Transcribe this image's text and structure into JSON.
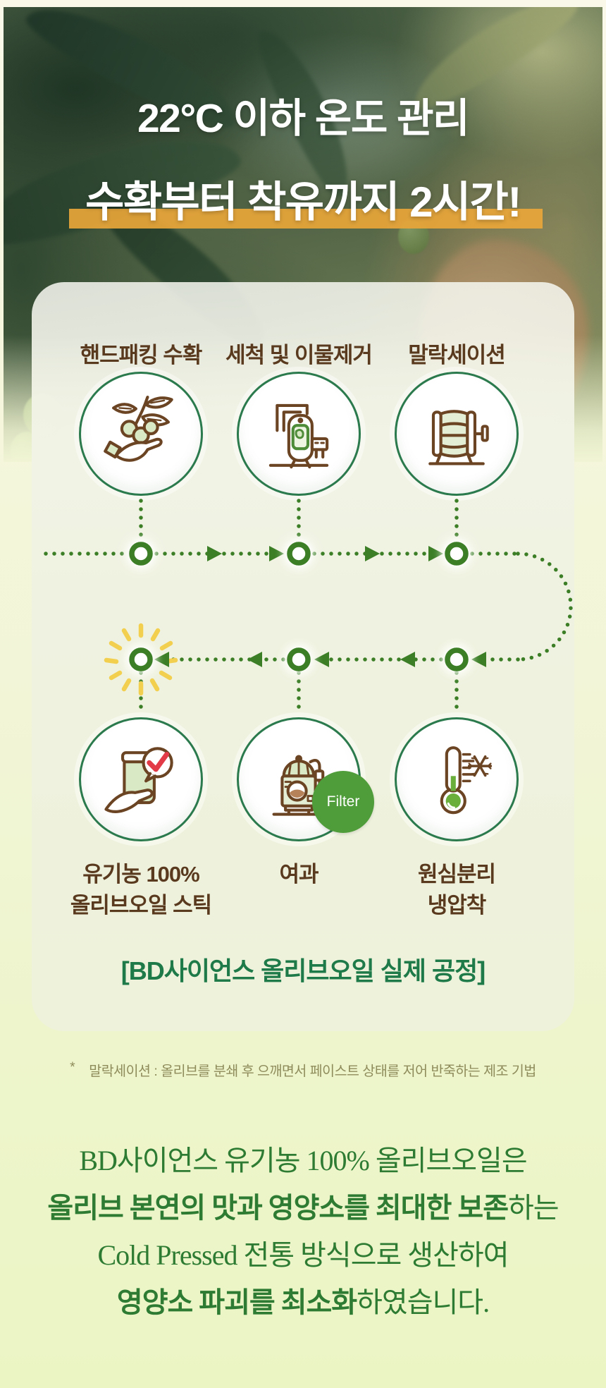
{
  "hero": {
    "title_line1": "22°C 이하 온도 관리",
    "title_line2": "수확부터 착유까지 2시간!"
  },
  "process": {
    "top_steps": [
      {
        "label": "핸드패킹 수확",
        "icon": "olive-branch-hand-icon"
      },
      {
        "label": "세척 및 이물제거",
        "icon": "washing-tank-icon"
      },
      {
        "label": "말락세이션",
        "icon": "malaxation-barrel-icon"
      }
    ],
    "bottom_steps": [
      {
        "label_line1": "유기농 100%",
        "label_line2": "올리브오일 스틱",
        "icon": "pouch-check-icon"
      },
      {
        "label_line1": "여과",
        "label_line2": "",
        "icon": "filter-machine-icon"
      },
      {
        "label_line1": "원심분리",
        "label_line2": "냉압착",
        "icon": "thermometer-snowflake-icon"
      }
    ],
    "filter_badge": "Filter",
    "caption": "[BD사이언스 올리브오일 실제 공정]"
  },
  "footnote": {
    "marker": "*",
    "text": "말락세이션 : 올리브를 분쇄 후 으깨면서 페이스트 상태를 저어 반죽하는 제조 기법"
  },
  "description": {
    "line1": "BD사이언스 유기농 100% 올리브오일은",
    "line2_bold": "올리브 본연의 맛과 영양소를 최대한 보존",
    "line2_tail": "하는",
    "line3": "Cold Pressed 전통 방식으로 생산하여",
    "line4_bold": "영양소 파괴를 최소화",
    "line4_tail": "하였습니다."
  },
  "colors": {
    "highlight_orange": "#e9a63f",
    "flow_green": "#3b7e26",
    "circle_ring_green": "#2b7a4d",
    "step_label_brown": "#5a3a1f",
    "caption_green": "#1e7a49",
    "filter_badge_green": "#4f9d3a",
    "check_red": "#e23b47",
    "ray_yellow": "#f2cf4e",
    "footnote_olive": "#8f8c5c",
    "description_green": "#2e7c33"
  }
}
